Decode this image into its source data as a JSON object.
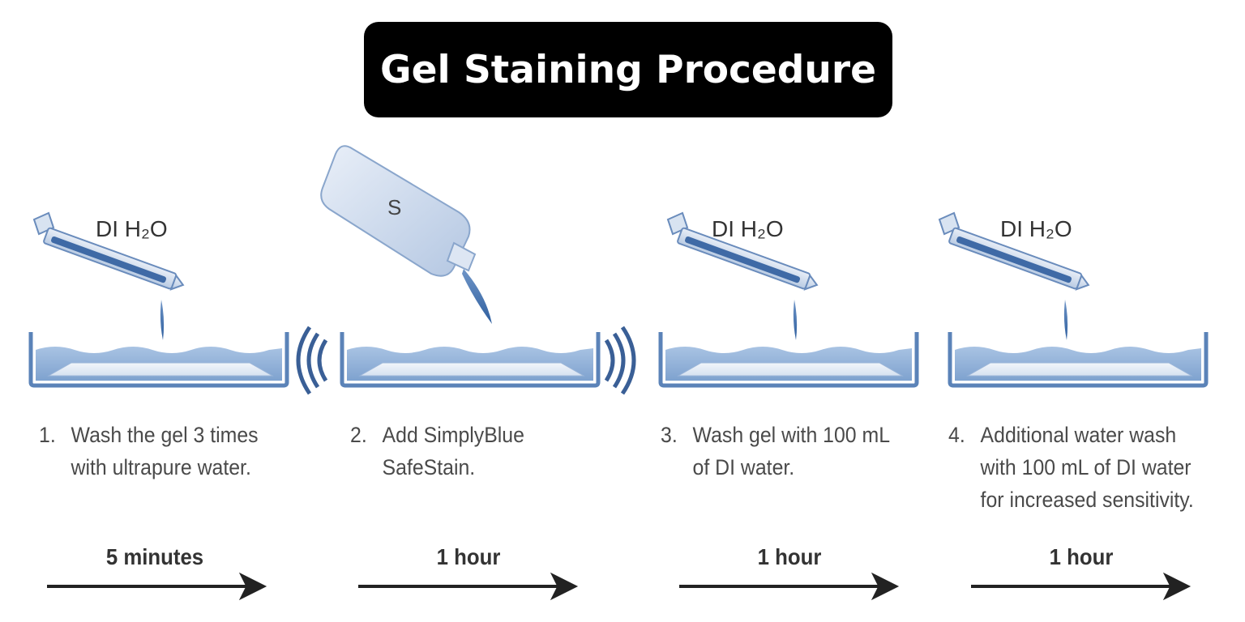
{
  "title": "Gel Staining Procedure",
  "steps": [
    {
      "number": "1.",
      "lines": [
        "Wash the gel 3 times",
        "with ultrapure water."
      ],
      "reagent_label": "DI H₂O",
      "duration": "5 minutes"
    },
    {
      "number": "2.",
      "lines": [
        "Add SimplyBlue",
        "SafeStain."
      ],
      "bottle_label": "S",
      "duration": "1 hour"
    },
    {
      "number": "3.",
      "lines": [
        "Wash gel with 100 mL",
        "of DI water."
      ],
      "reagent_label": "DI H₂O",
      "duration": "1 hour"
    },
    {
      "number": "4.",
      "lines": [
        "Additional water wash",
        "with 100 mL of DI water",
        "for increased sensitivity."
      ],
      "reagent_label": "DI H₂O",
      "duration": "1 hour"
    }
  ],
  "colors": {
    "title_bg": "#000000",
    "title_fg": "#ffffff",
    "tray_blue": "#5b83b8",
    "liquid_blue": "#8eb0d8",
    "text_gray": "#4a4a4a",
    "arrow": "#222222"
  },
  "icons": [
    "pipette-icon",
    "bottle-icon",
    "tray-icon",
    "shaker-wave-icon",
    "arrow-icon"
  ]
}
